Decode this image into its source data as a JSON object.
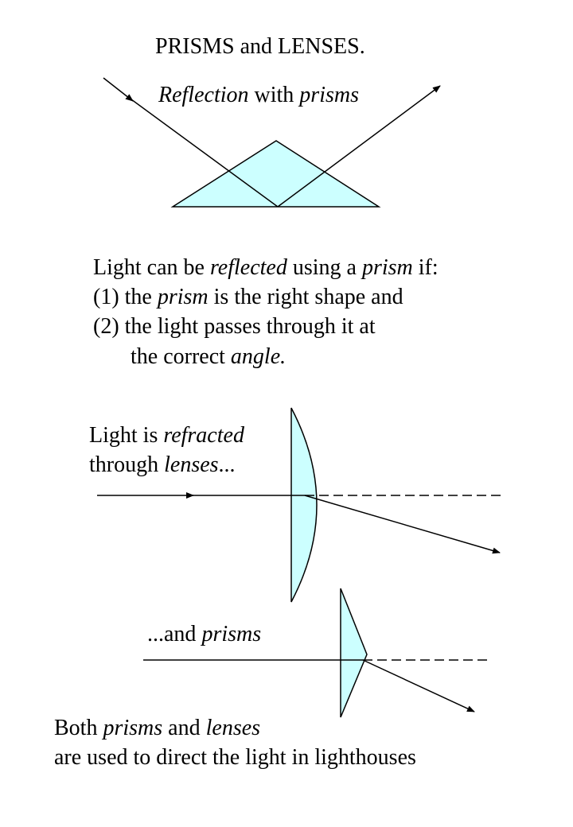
{
  "title": "PRISMS and LENSES.",
  "reflection_heading": {
    "word1": "Reflection",
    "word2": " with ",
    "word3": "prisms"
  },
  "reflection_text": {
    "line1": {
      "a": "Light can be ",
      "b": "reflected",
      "c": " using a ",
      "d": "prism",
      "e": " if:"
    },
    "line2": {
      "a": "(1) the ",
      "b": "prism",
      "c": " is the right shape and"
    },
    "line3": "(2) the light passes through it at",
    "line4": {
      "a": "the correct ",
      "b": "angle."
    }
  },
  "refraction_label": {
    "line1": {
      "a": "Light is ",
      "b": "refracted"
    },
    "line2": {
      "a": "through ",
      "b": "lenses",
      "c": "..."
    }
  },
  "prisms_label": {
    "a": "...and ",
    "b": "prisms"
  },
  "conclusion": {
    "line1": {
      "a": "Both ",
      "b": "prisms",
      "c": " and ",
      "d": "lenses"
    },
    "line2": "are used to direct the light in lighthouses"
  },
  "colors": {
    "prism_fill": "#ccffff",
    "stroke": "#000000"
  }
}
